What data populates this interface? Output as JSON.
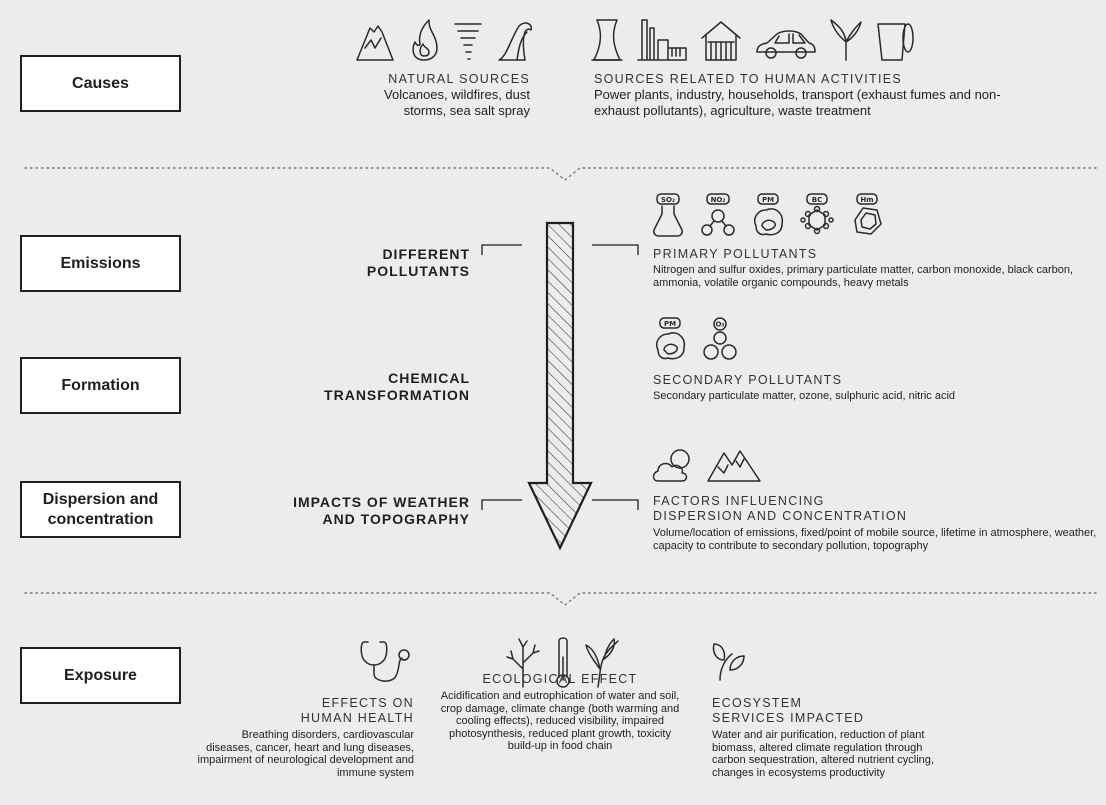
{
  "stages": {
    "causes": "Causes",
    "emissions": "Emissions",
    "formation": "Formation",
    "dispersion": "Dispersion and concentration",
    "exposure": "Exposure"
  },
  "causes": {
    "natural": {
      "title": "NATURAL SOURCES",
      "text": "Volcanoes, wildfires, dust storms, sea salt spray",
      "icons": [
        "volcano-icon",
        "fire-icon",
        "tornado-icon",
        "wave-icon"
      ]
    },
    "human": {
      "title": "SOURCES RELATED TO HUMAN ACTIVITIES",
      "text": "Power plants, industry, households, transport (exhaust fumes and non-exhaust pollutants), agriculture, waste treatment",
      "icons": [
        "power-plant-icon",
        "factory-icon",
        "house-icon",
        "car-icon",
        "plant-icon",
        "trash-bin-icon"
      ]
    }
  },
  "middle": {
    "different": "DIFFERENT POLLUTANTS",
    "chemical": "CHEMICAL TRANSFORMATION",
    "impacts": "IMPACTS OF WEATHER AND TOPOGRAPHY"
  },
  "primary": {
    "title": "PRIMARY POLLUTANTS",
    "text": "Nitrogen and sulfur oxides, primary particulate matter, carbon monoxide, black carbon, ammonia, volatile organic compounds, heavy metals",
    "icons": [
      {
        "name": "so2-icon",
        "label": "SO₂"
      },
      {
        "name": "no2-icon",
        "label": "NO₂"
      },
      {
        "name": "pm-icon",
        "label": "PM"
      },
      {
        "name": "bc-icon",
        "label": "BC"
      },
      {
        "name": "hm-icon",
        "label": "Hm"
      }
    ]
  },
  "secondary": {
    "title": "SECONDARY POLLUTANTS",
    "text": "Secondary particulate matter, ozone, sulphuric acid, nitric acid",
    "icons": [
      {
        "name": "pm-icon",
        "label": "PM"
      },
      {
        "name": "o3-icon",
        "label": "O₃"
      }
    ]
  },
  "factors": {
    "title1": "FACTORS INFLUENCING",
    "title2": "DISPERSION AND CONCENTRATION",
    "text": "Volume/location of emissions, fixed/point of mobile source, lifetime in atmosphere, weather, capacity to contribute to secondary pollution, topography",
    "icons": [
      "cloud-sun-icon",
      "mountains-icon"
    ]
  },
  "health": {
    "title1": "EFFECTS ON",
    "title2": "HUMAN HEALTH",
    "text": "Breathing disorders, cardiovascular diseases, cancer, heart and lung diseases, impairment of neurological development and immune system",
    "icons": [
      "stethoscope-icon"
    ]
  },
  "ecological": {
    "title": "ECOLOGICAL EFFECT",
    "text": "Acidification and eutrophication of water and soil, crop damage, climate change (both warming and cooling effects), reduced visibility, impaired photosynthesis, reduced plant growth, toxicity build-up in food chain",
    "icons": [
      "bare-tree-icon",
      "thermometer-icon",
      "wilted-plant-icon"
    ]
  },
  "ecosystem": {
    "title1": "ECOSYSTEM",
    "title2": "SERVICES IMPACTED",
    "text": "Water and air purification, reduction of plant biomass, altered climate regulation through carbon sequestration, altered nutrient cycling, changes in ecosystems productivity",
    "icons": [
      "leaves-icon"
    ]
  }
}
